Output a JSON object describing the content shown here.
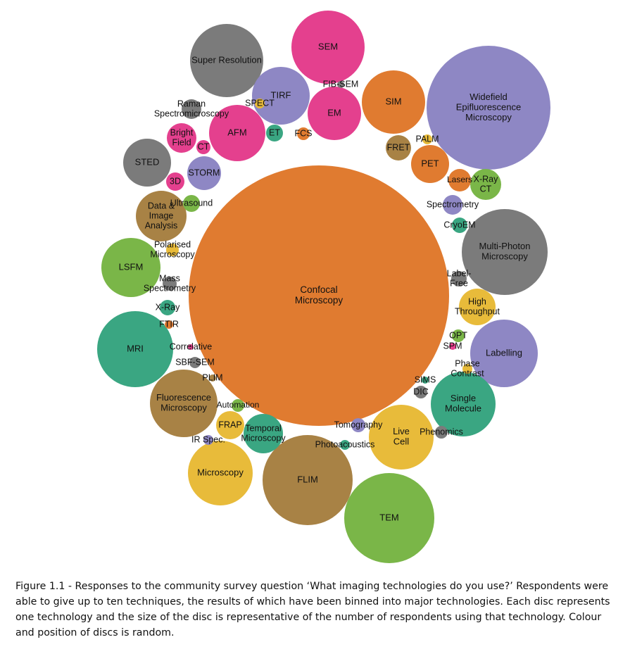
{
  "chart_data": {
    "type": "bubble",
    "title": "",
    "palette": {
      "orange": "#e07b30",
      "purple": "#8e87c4",
      "gray": "#7b7b7b",
      "pink": "#e4408e",
      "teal": "#3aa682",
      "brown": "#a88245",
      "green": "#7ab648",
      "yellow": "#e8bb3a"
    },
    "bubbles": [
      {
        "label": "Confocal\nMicroscopy",
        "color": "orange"
      },
      {
        "label": "Widefield\nEpifluorescence\nMicroscopy",
        "color": "purple"
      },
      {
        "label": "Multi-Photon\nMicroscopy",
        "color": "gray"
      },
      {
        "label": "TEM",
        "color": "green"
      },
      {
        "label": "FLIM",
        "color": "brown"
      },
      {
        "label": "SEM",
        "color": "pink"
      },
      {
        "label": "Super Resolution",
        "color": "gray"
      },
      {
        "label": "MRI",
        "color": "teal"
      },
      {
        "label": "Labelling",
        "color": "purple"
      },
      {
        "label": "Fluorescence\nMicroscopy",
        "color": "brown"
      },
      {
        "label": "Single\nMolecule",
        "color": "teal"
      },
      {
        "label": "Live\nCell",
        "color": "yellow"
      },
      {
        "label": "Microscopy",
        "color": "yellow"
      },
      {
        "label": "SIM",
        "color": "orange"
      },
      {
        "label": "LSFM",
        "color": "green"
      },
      {
        "label": "TIRF",
        "color": "purple"
      },
      {
        "label": "AFM",
        "color": "pink"
      },
      {
        "label": "EM",
        "color": "pink"
      },
      {
        "label": "STED",
        "color": "gray"
      },
      {
        "label": "Data &\nImage\nAnalysis",
        "color": "brown"
      },
      {
        "label": "Temporal\nMicroscopy",
        "color": "teal"
      },
      {
        "label": "PET",
        "color": "orange"
      },
      {
        "label": "X-Ray\nCT",
        "color": "green"
      },
      {
        "label": "STORM",
        "color": "purple"
      },
      {
        "label": "High\nThroughput",
        "color": "yellow"
      },
      {
        "label": "Bright\nField",
        "color": "pink"
      },
      {
        "label": "FRET",
        "color": "brown"
      },
      {
        "label": "FRAP",
        "color": "yellow"
      },
      {
        "label": "Lasers",
        "color": "orange"
      },
      {
        "label": "Raman\nSpectromicroscopy",
        "color": "gray"
      },
      {
        "label": "3D",
        "color": "pink"
      },
      {
        "label": "CryoEM",
        "color": "teal"
      },
      {
        "label": "ET",
        "color": "teal"
      },
      {
        "label": "X-Ray",
        "color": "teal"
      },
      {
        "label": "Spectrometry",
        "color": "purple"
      },
      {
        "label": "Ultrasound",
        "color": "green"
      },
      {
        "label": "CT",
        "color": "pink"
      },
      {
        "label": "DIC",
        "color": "gray"
      },
      {
        "label": "OPT",
        "color": "green"
      },
      {
        "label": "Tomography",
        "color": "purple"
      },
      {
        "label": "Automation",
        "color": "green"
      },
      {
        "label": "Label-\nFree",
        "color": "gray"
      },
      {
        "label": "Phenomics",
        "color": "gray"
      },
      {
        "label": "Mass\nSpectrometry",
        "color": "gray"
      },
      {
        "label": "Polarised\nMicroscopy",
        "color": "yellow"
      },
      {
        "label": "FCS",
        "color": "orange"
      },
      {
        "label": "Photoacoustics",
        "color": "teal"
      },
      {
        "label": "IR Spec.",
        "color": "purple"
      },
      {
        "label": "SBF-SEM",
        "color": "gray"
      },
      {
        "label": "SPECT",
        "color": "yellow"
      },
      {
        "label": "PALM",
        "color": "yellow"
      },
      {
        "label": "Phase\nContrast",
        "color": "yellow"
      },
      {
        "label": "FTIR",
        "color": "orange"
      },
      {
        "label": "SPM",
        "color": "pink"
      },
      {
        "label": "SIMS",
        "color": "teal"
      },
      {
        "label": "PLIM",
        "color": "brown"
      },
      {
        "label": "FIB-SEM",
        "color": "gray"
      },
      {
        "label": "Correlative",
        "color": "pink"
      }
    ]
  },
  "caption": "Figure 1.1 - Responses to the community survey question ‘What imaging technologies do you use?’ Respondents were able to give up to ten techniques, the results of which have been binned into major technologies. Each disc represents one technology and the size of the disc is representative of the number of respondents using that technology. Colour and position of discs is random."
}
